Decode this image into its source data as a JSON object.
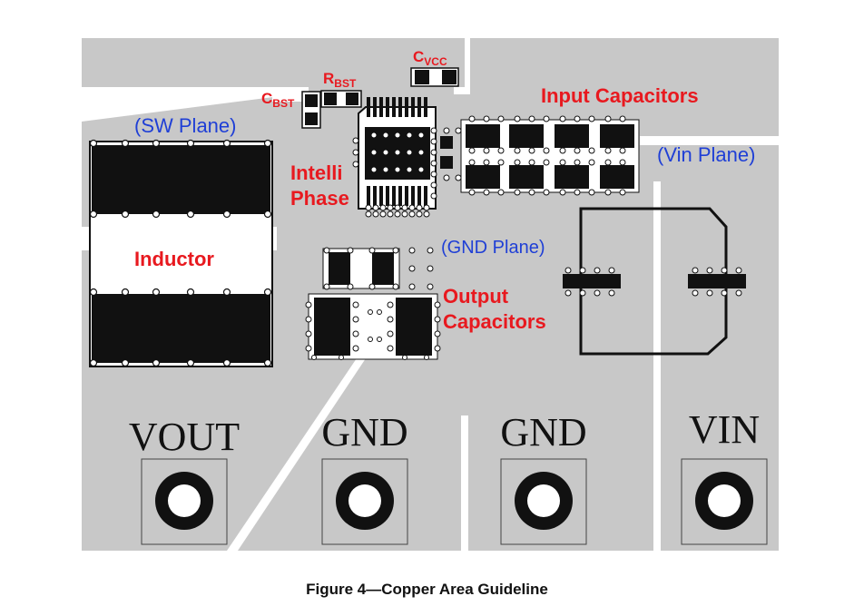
{
  "labels": {
    "c_vcc": "C",
    "c_vcc_sub": "VCC",
    "r_bst": "R",
    "r_bst_sub": "BST",
    "c_bst": "C",
    "c_bst_sub": "BST",
    "input_capacitors": "Input Capacitors",
    "sw_plane": "(SW Plane)",
    "vin_plane": "(Vin Plane)",
    "intelli": "Intelli",
    "phase": "Phase",
    "inductor": "Inductor",
    "gnd_plane": "(GND Plane)",
    "output": "Output",
    "capacitors": "Capacitors"
  },
  "terminals": {
    "vout": "VOUT",
    "gnd1": "GND",
    "gnd2": "GND",
    "vin": "VIN"
  },
  "caption": "Figure 4—Copper Area Guideline",
  "colors": {
    "copper": "#c8c8c8",
    "pad": "#111111",
    "label_red": "#e8191f",
    "label_blue": "#1f3fd6"
  }
}
